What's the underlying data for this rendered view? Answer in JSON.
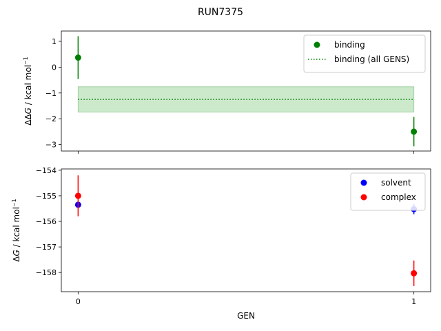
{
  "figure": {
    "title": "RUN7375"
  },
  "chart_data": [
    {
      "type": "scatter",
      "xlabel": "",
      "ylabel_main": "ΔΔ",
      "ylabel_italic": "G",
      "ylabel_rest": " / kcal mol",
      "ylabel_sup": "−1",
      "xlim": [
        -0.05,
        1.05
      ],
      "ylim": [
        -3.25,
        1.4
      ],
      "xticks": [
        0,
        1
      ],
      "yticks": [
        1,
        0,
        -1,
        -2,
        -3
      ],
      "ytick_labels": [
        "1",
        "0",
        "−1",
        "−2",
        "−3"
      ],
      "series": [
        {
          "name": "binding",
          "color": "#008000",
          "x": [
            0,
            1
          ],
          "y": [
            0.37,
            -2.5
          ],
          "yerr": [
            0.83,
            0.57
          ]
        }
      ],
      "reference": {
        "name": "binding (all GENS)",
        "color": "#008000",
        "fill_color": "#cce9cc",
        "y": -1.25,
        "band": [
          -1.74,
          -0.76
        ],
        "style": "dotted"
      },
      "legend": {
        "placement": "upper-right"
      }
    },
    {
      "type": "scatter",
      "xlabel": "GEN",
      "ylabel_main": "Δ",
      "ylabel_italic": "G",
      "ylabel_rest": " / kcal mol",
      "ylabel_sup": "−1",
      "xlim": [
        -0.05,
        1.05
      ],
      "ylim": [
        -158.75,
        -153.95
      ],
      "xticks": [
        0,
        1
      ],
      "xtick_labels": [
        "0",
        "1"
      ],
      "yticks": [
        -154,
        -155,
        -156,
        -157,
        -158
      ],
      "ytick_labels": [
        "−154",
        "−155",
        "−156",
        "−157",
        "−158"
      ],
      "series": [
        {
          "name": "solvent",
          "color": "#0000ff",
          "x": [
            0,
            1
          ],
          "y": [
            -155.35,
            -155.52
          ],
          "yerr": [
            0.0,
            0.2
          ]
        },
        {
          "name": "complex",
          "color": "#ff0000",
          "x": [
            0,
            1
          ],
          "y": [
            -155.0,
            -158.03
          ],
          "yerr": [
            0.8,
            0.5
          ]
        }
      ],
      "legend": {
        "placement": "upper-right"
      }
    }
  ]
}
